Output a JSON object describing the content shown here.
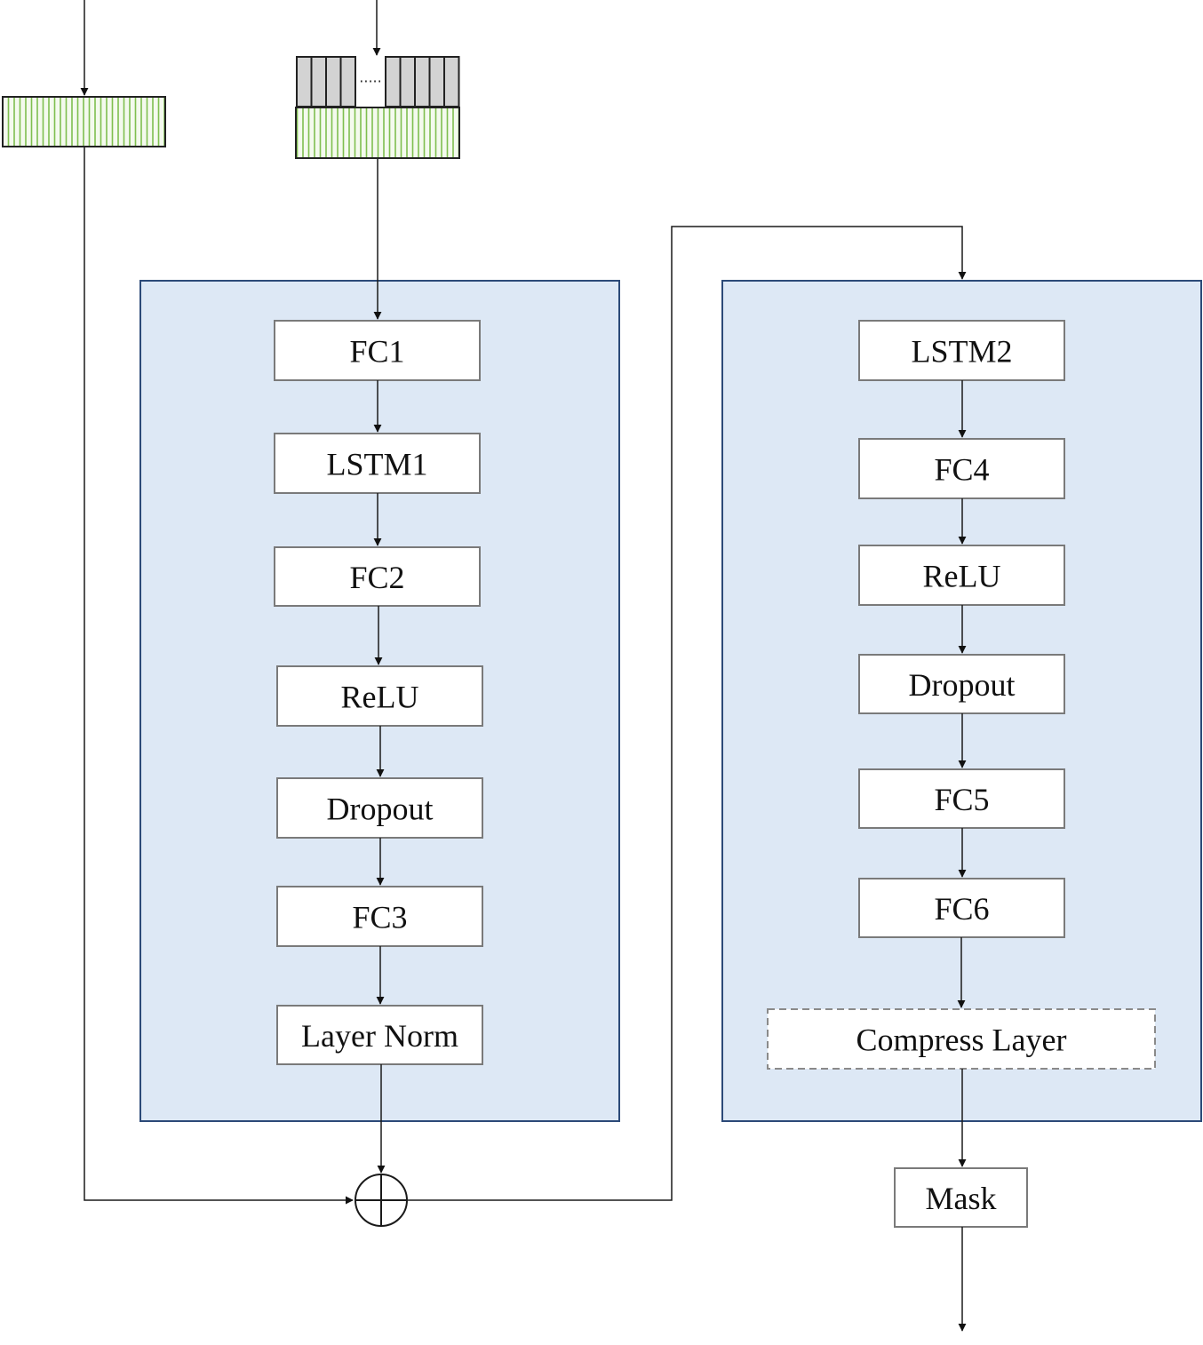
{
  "left_block": {
    "nodes": [
      "FC1",
      "LSTM1",
      "FC2",
      "ReLU",
      "Dropout",
      "FC3",
      "Layer Norm"
    ]
  },
  "right_block": {
    "nodes": [
      "LSTM2",
      "FC4",
      "ReLU",
      "Dropout",
      "FC5",
      "FC6",
      "Compress Layer"
    ]
  },
  "output": {
    "label": "Mask"
  },
  "ellipsis": "·····",
  "colors": {
    "panel_fill": "#dde8f5",
    "panel_border": "#2c4a78",
    "stripe": "#7fbf4f"
  }
}
